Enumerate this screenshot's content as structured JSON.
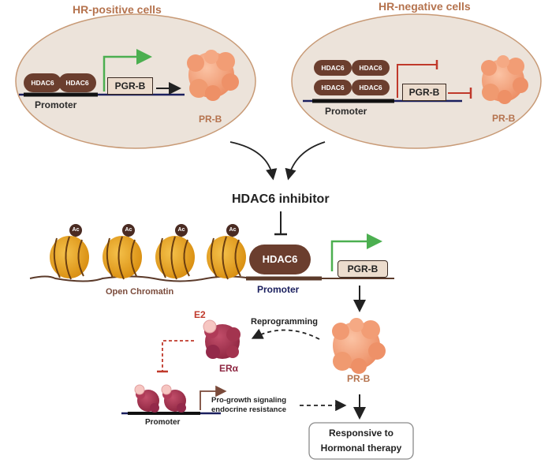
{
  "top_left": {
    "title": "HR-positive cells",
    "hdac_a": "HDAC6",
    "hdac_b": "HDAC6",
    "gene": "PGR-B",
    "promoter": "Promoter",
    "protein": "PR-B"
  },
  "top_right": {
    "title": "HR-negative cells",
    "hdac_1": "HDAC6",
    "hdac_2": "HDAC6",
    "hdac_3": "HDAC6",
    "hdac_4": "HDAC6",
    "gene": "PGR-B",
    "promoter": "Promoter",
    "protein": "PR-B"
  },
  "inhibitor": "HDAC6 inhibitor",
  "chromatin": {
    "ac": "Ac",
    "open_chromatin": "Open Chromatin",
    "hdac": "HDAC6",
    "promoter": "Promoter",
    "gene": "PGR-B"
  },
  "bottom": {
    "e2": "E2",
    "reprogramming": "Reprogramming",
    "er_alpha": "ERα",
    "pr_b": "PR-B",
    "signaling_line1": "Pro-growth signaling",
    "signaling_line2": "endocrine resistance",
    "promoter": "Promoter",
    "result_line1": "Responsive to",
    "result_line2": "Hormonal therapy"
  },
  "colors": {
    "ellipse_fill": "#ece3da",
    "ellipse_stroke": "#c89a76",
    "hdac": "#6b3e2e",
    "activation_arrow": "#4caf50",
    "repression": "#c0392b",
    "pr_protein": "#f4a27c",
    "er_protein": "#a3344f",
    "nucleosome": "#e3a21a"
  }
}
